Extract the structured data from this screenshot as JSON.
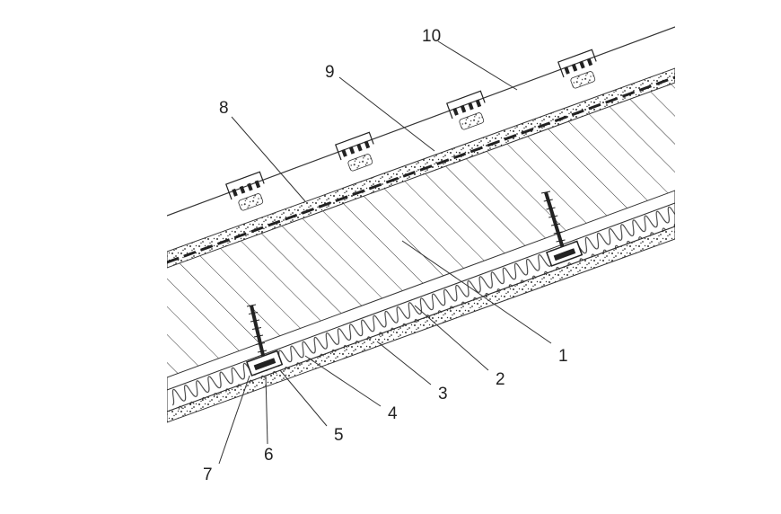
{
  "callouts": [
    "1",
    "2",
    "3",
    "4",
    "5",
    "6",
    "7",
    "8",
    "9",
    "10"
  ],
  "colors": {
    "ink": "#222222",
    "background": "#ffffff"
  }
}
